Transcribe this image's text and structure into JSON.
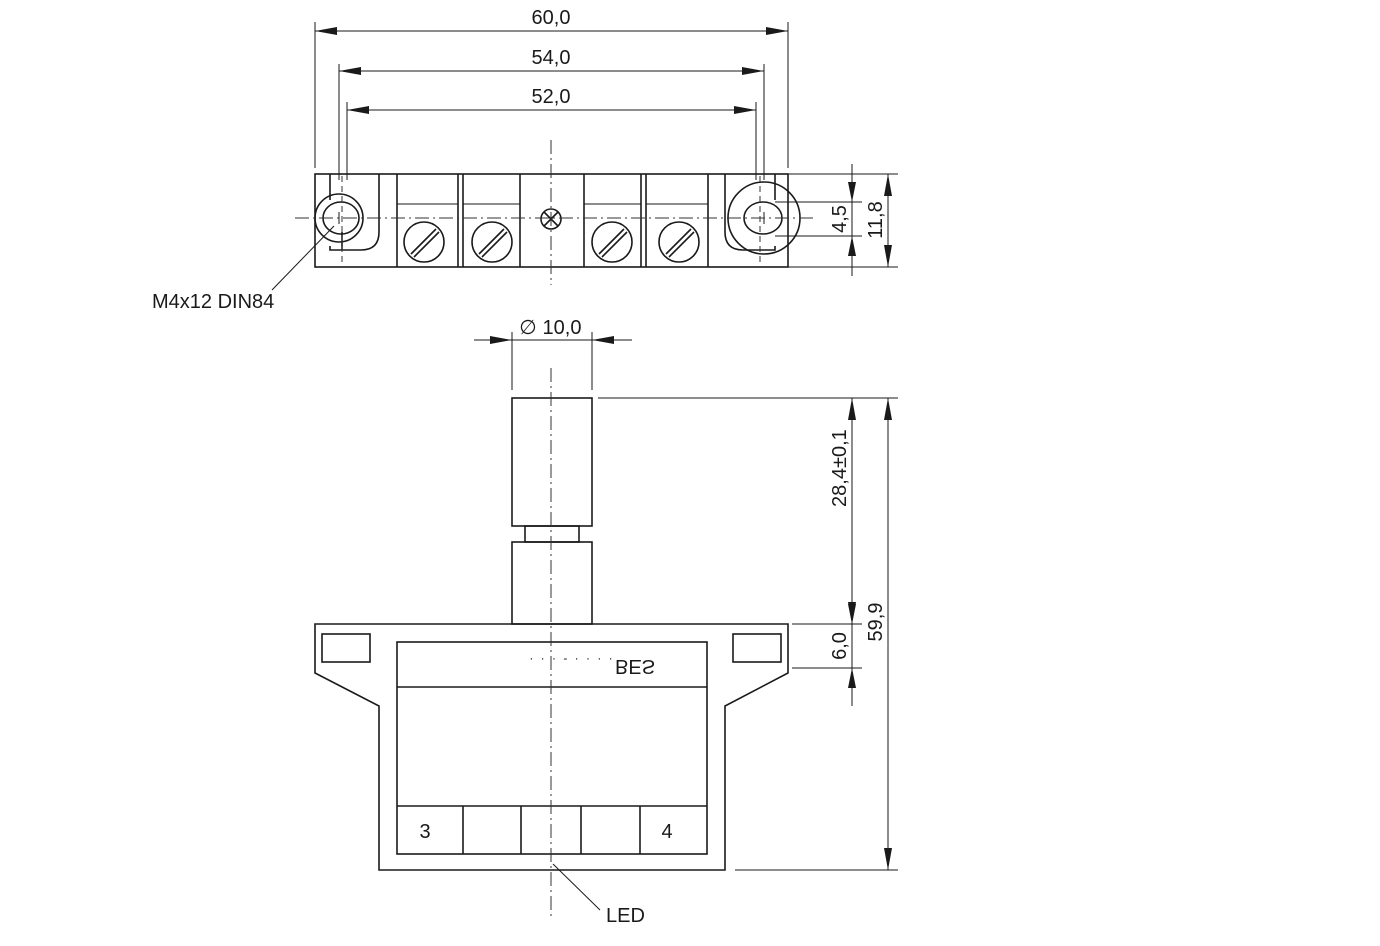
{
  "dimensions": {
    "width_overall": "60,0",
    "width_mid": "54,0",
    "width_inner": "52,0",
    "hole_height": "4,5",
    "block_height": "11,8",
    "diameter": "10,0",
    "diameter_symbol": "∅",
    "sensor_length": "28,4",
    "sensor_tolerance": "±0,1",
    "flange_height": "6,0",
    "total_height": "59,9"
  },
  "labels": {
    "screw_spec": "M4x12 DIN84",
    "led": "LED",
    "marking": "BES",
    "marking_dots": "· · · - · · · ·",
    "terminal_left": "3",
    "terminal_right": "4"
  }
}
